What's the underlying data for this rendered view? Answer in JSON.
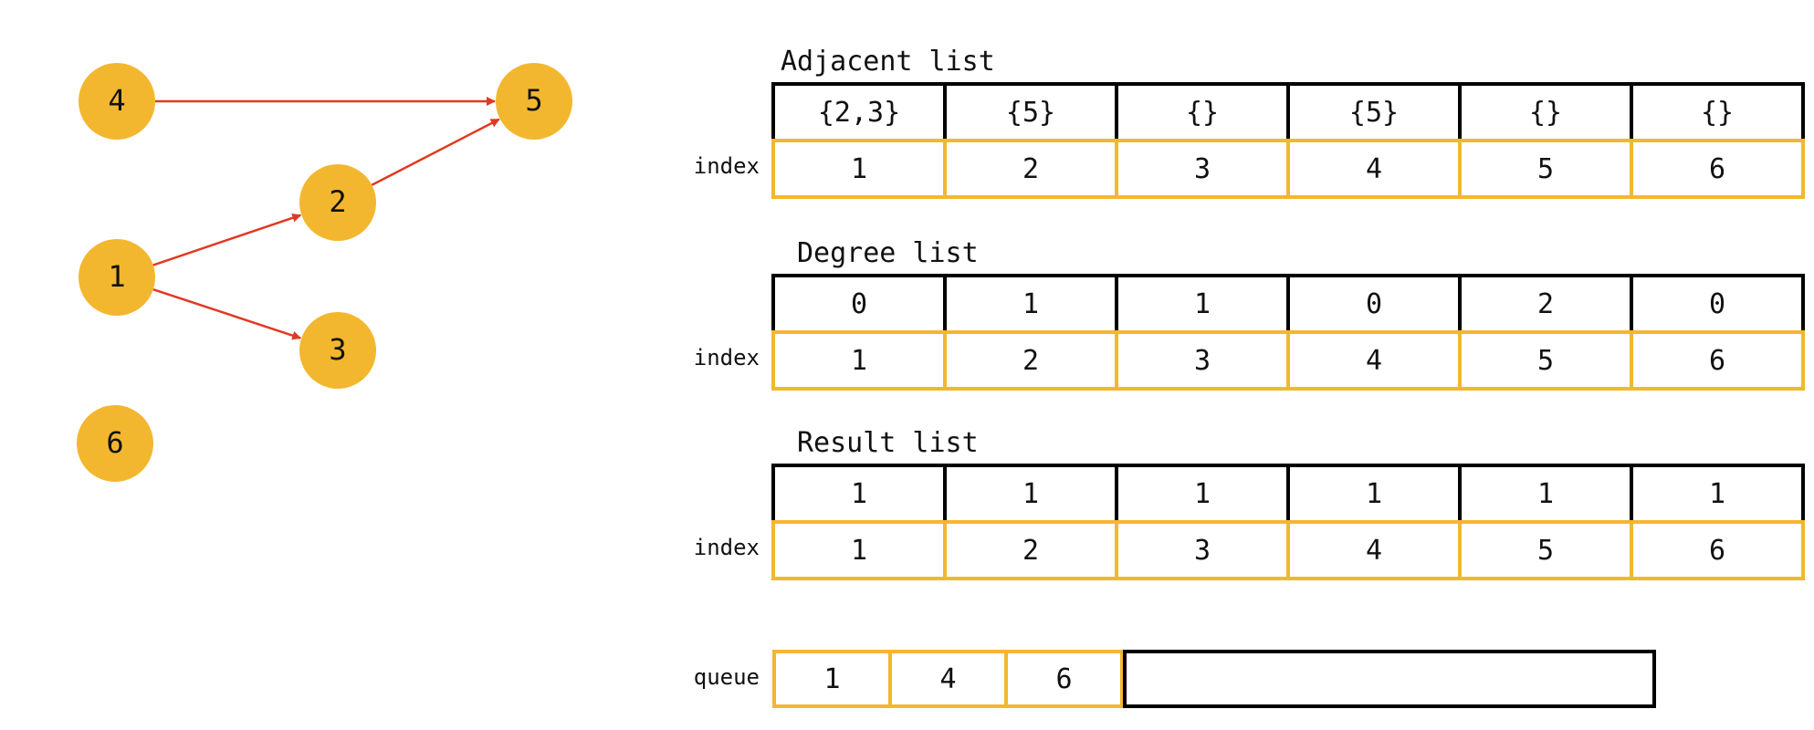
{
  "colors": {
    "node_fill": "#f3b72f",
    "edge": "#e03a22",
    "value_border": "#000000",
    "index_border": "#f3b72f"
  },
  "graph": {
    "nodes": [
      {
        "id": "4",
        "label": "4"
      },
      {
        "id": "5",
        "label": "5"
      },
      {
        "id": "2",
        "label": "2"
      },
      {
        "id": "1",
        "label": "1"
      },
      {
        "id": "3",
        "label": "3"
      },
      {
        "id": "6",
        "label": "6"
      }
    ],
    "edges": [
      {
        "from": "4",
        "to": "5"
      },
      {
        "from": "2",
        "to": "5"
      },
      {
        "from": "1",
        "to": "2"
      },
      {
        "from": "1",
        "to": "3"
      }
    ]
  },
  "adjacent": {
    "title": "Adjacent list",
    "index_label": "index",
    "values": [
      "{2,3}",
      "{5}",
      "{}",
      "{5}",
      "{}",
      "{}"
    ],
    "indices": [
      "1",
      "2",
      "3",
      "4",
      "5",
      "6"
    ]
  },
  "degree": {
    "title": "Degree list",
    "index_label": "index",
    "values": [
      "0",
      "1",
      "1",
      "0",
      "2",
      "0"
    ],
    "indices": [
      "1",
      "2",
      "3",
      "4",
      "5",
      "6"
    ]
  },
  "result": {
    "title": "Result list",
    "index_label": "index",
    "values": [
      "1",
      "1",
      "1",
      "1",
      "1",
      "1"
    ],
    "indices": [
      "1",
      "2",
      "3",
      "4",
      "5",
      "6"
    ]
  },
  "queue": {
    "label": "queue",
    "items": [
      "1",
      "4",
      "6"
    ]
  }
}
